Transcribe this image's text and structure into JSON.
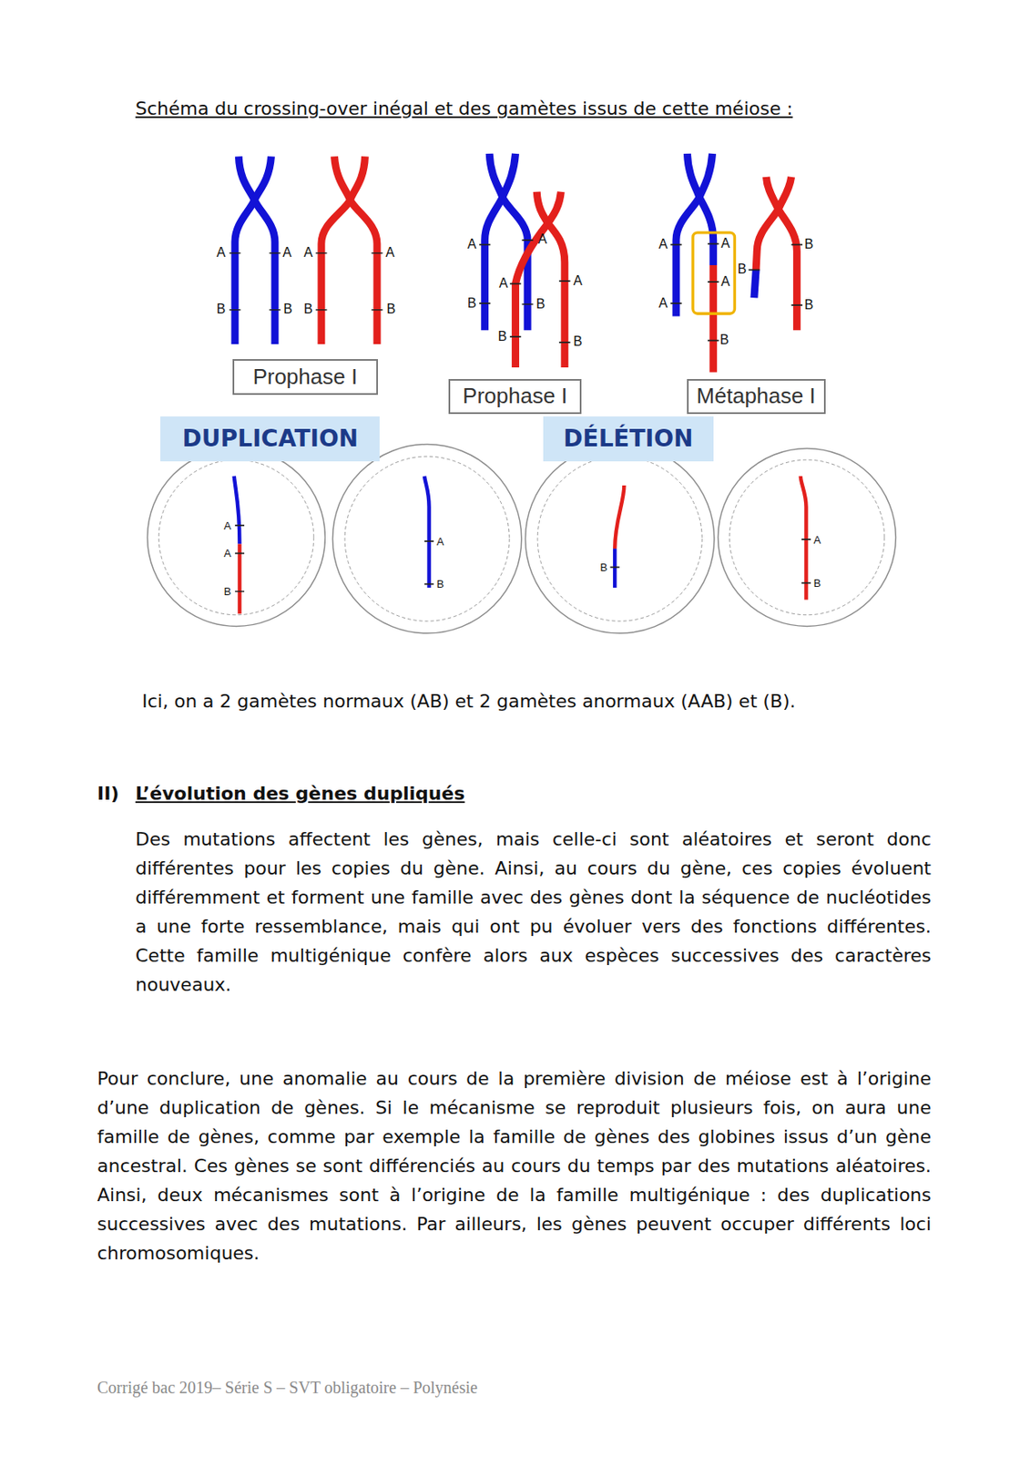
{
  "diagram": {
    "title": "Schéma du crossing-over inégal et des gamètes issus de cette méiose :",
    "nodes": [
      {
        "text": [
          "Prophase I"
        ]
      },
      {
        "text": [
          "Prophase I"
        ]
      },
      {
        "text": [
          "Métaphase I"
        ]
      },
      {
        "text": [
          "DUPLICATION"
        ]
      },
      {
        "text": [
          "DÉLÉTION"
        ]
      },
      {
        "text": [
          "A",
          "A",
          "B"
        ]
      },
      {
        "text": [
          "A",
          "B"
        ]
      },
      {
        "text": [
          "B"
        ]
      },
      {
        "text": [
          "A",
          "B"
        ]
      }
    ],
    "labels": [
      "A",
      "A",
      "A",
      "A",
      "B",
      "B",
      "B",
      "B",
      "A",
      "A",
      "A",
      "A",
      "B",
      "B",
      "B",
      "B",
      "A",
      "A",
      "A",
      "A",
      "B",
      "B",
      "B",
      "B",
      "Ici, on a 2 gamètes normaux (AB) et 2 gamètes anormaux (AAB) et (B).",
      "II)",
      "L’évolution des gènes dupliqués",
      "Des mutations affectent les gènes, mais celle-ci sont aléatoires et seront donc différentes pour les copies du gène. Ainsi, au cours du gène, ces copies évoluent différemment et forment une famille avec des gènes dont la séquence de nucléotides a une forte ressemblance, mais qui ont pu évoluer vers des fonctions différentes. Cette famille multigénique confère alors aux espèces successives des caractères nouveaux.",
      "Pour conclure, une anomalie au cours de la première division de méiose est à l’origine d’une duplication de gènes. Si le mécanisme se reproduit plusieurs fois, on aura une famille de gènes, comme par exemple la famille de gènes des globines issus d’un gène ancestral. Ces gènes se sont différenciés au cours du temps par des mutations aléatoires. Ainsi, deux mécanismes sont à l’origine de la famille multigénique : des duplications successives avec des mutations. Par ailleurs, les gènes peuvent occuper différents loci chromosomiques.",
      "Corrigé bac 2019– Série S – SVT obligatoire – Polynésie"
    ]
  }
}
